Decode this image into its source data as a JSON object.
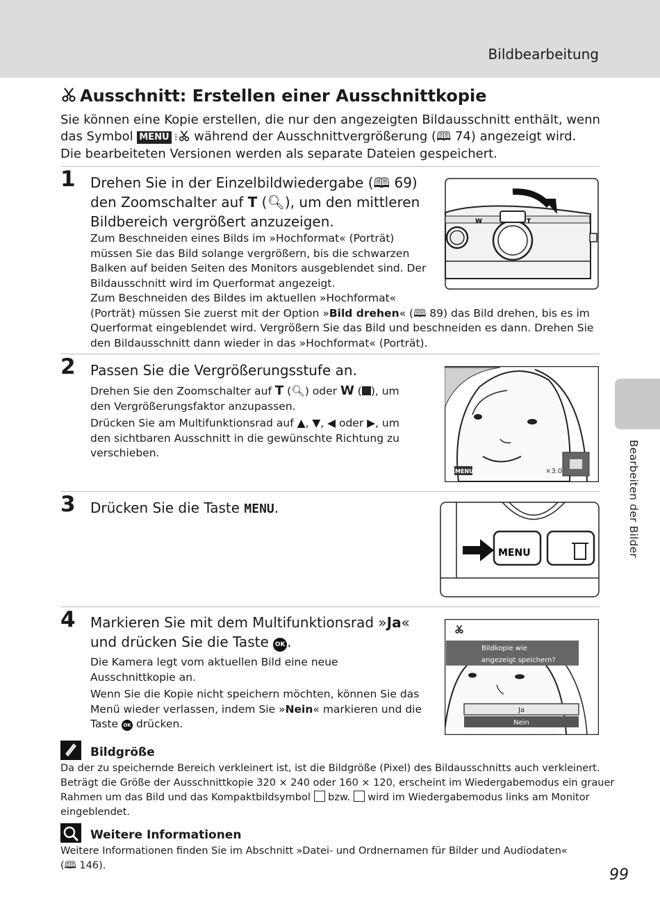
{
  "header": {
    "section": "Bildbearbeitung"
  },
  "side_tab": {
    "label": "Bearbeiten der Bilder"
  },
  "title": "Ausschnitt: Erstellen einer Ausschnittkopie",
  "intro": {
    "l1": "Sie können eine Kopie erstellen, die nur den angezeigten Bildausschnitt enthält, wenn",
    "l2a": "das Symbol ",
    "l2b": "MENU",
    "l2c": " während der Ausschnittvergrößerung (",
    "l2d": " 74) angezeigt wird.",
    "l3": "Die bearbeiteten Versionen werden als separate Dateien gespeichert."
  },
  "step1": {
    "num": "1",
    "head1a": "Drehen Sie in der Einzelbildwiedergabe (",
    "head1b": " 69)",
    "head2a": "den Zoomschalter auf ",
    "head2b": "T",
    "head2c": " (",
    "head2d": "), um den mittleren",
    "head3": "Bildbereich vergrößert anzuzeigen.",
    "b1": "Zum Beschneiden eines Bilds im »Hochformat« (Porträt)",
    "b2": "müssen Sie das Bild solange vergrößern, bis die schwarzen",
    "b3": "Balken auf beiden Seiten des Monitors ausgeblendet sind. Der",
    "b4": "Bildausschnitt wird im Querformat angezeigt.",
    "b5": "Zum Beschneiden des Bildes im aktuellen »Hochformat«",
    "b6a": "(Porträt) müssen Sie zuerst mit der Option »",
    "b6b": "Bild drehen",
    "b6c": "« (",
    "b6d": " 89) das Bild drehen, bis es im",
    "b7": "Querformat eingeblendet wird. Vergrößern Sie das Bild und beschneiden es dann. Drehen Sie",
    "b8": "den Bildausschnitt dann wieder in das »Hochformat« (Porträt).",
    "cam_w": "W",
    "cam_t": "T"
  },
  "step2": {
    "num": "2",
    "head": "Passen Sie die Vergrößerungsstufe an.",
    "b1a": "Drehen Sie den Zoomschalter auf ",
    "b1b": "T",
    "b1c": " (",
    "b1d": ") oder ",
    "b1e": "W",
    "b1f": " (",
    "b1g": "), um",
    "b2": "den Vergrößerungsfaktor anzupassen.",
    "b3a": "Drücken Sie am Multifunktionsrad auf ▲, ▼, ◀ oder ▶, um",
    "b4": "den sichtbaren Ausschnitt in die gewünschte Richtung zu",
    "b5": "verschieben.",
    "screen_menu": "MENU",
    "screen_zoom": "×3.0"
  },
  "step3": {
    "num": "3",
    "head_a": "Drücken Sie die Taste ",
    "head_b": "MENU",
    "head_c": ".",
    "btn_menu": "MENU"
  },
  "step4": {
    "num": "4",
    "head1a": "Markieren Sie mit dem Multifunktionsrad »",
    "head1b": "Ja",
    "head1c": "«",
    "head2a": "und drücken Sie die Taste ",
    "head2b": "OK",
    "head2c": ".",
    "b1": "Die Kamera legt vom aktuellen Bild eine neue",
    "b2": "Ausschnittkopie an.",
    "b3": "Wenn Sie die Kopie nicht speichern möchten, können Sie das",
    "b4a": "Menü wieder verlassen, indem Sie »",
    "b4b": "Nein",
    "b4c": "« markieren und die",
    "b5a": "Taste ",
    "b5b": "OK",
    "b5c": " drücken.",
    "dialog_l1": "Bildkopie wie",
    "dialog_l2": "angezeigt speichern?",
    "opt_yes": "Ja",
    "opt_no": "Nein"
  },
  "note1": {
    "title": "Bildgröße",
    "l1": "Da der zu speichernde Bereich verkleinert ist, ist die Bildgröße (Pixel) des Bildausschnitts auch verkleinert.",
    "l2": "Beträgt die Größe der Ausschnittkopie 320 × 240 oder 160 × 120, erscheint im Wiedergabemodus ein grauer",
    "l3a": "Rahmen um das Bild und das Kompaktbildsymbol ",
    "l3b": " bzw. ",
    "l3c": " wird im Wiedergabemodus links am Monitor",
    "l4": "eingeblendet."
  },
  "note2": {
    "title": "Weitere Informationen",
    "l1": "Weitere Informationen finden Sie im Abschnitt »Datei- und Ordnernamen für Bilder und Audiodaten«",
    "l2a": "(",
    "l2b": " 146)."
  },
  "page_number": "99"
}
